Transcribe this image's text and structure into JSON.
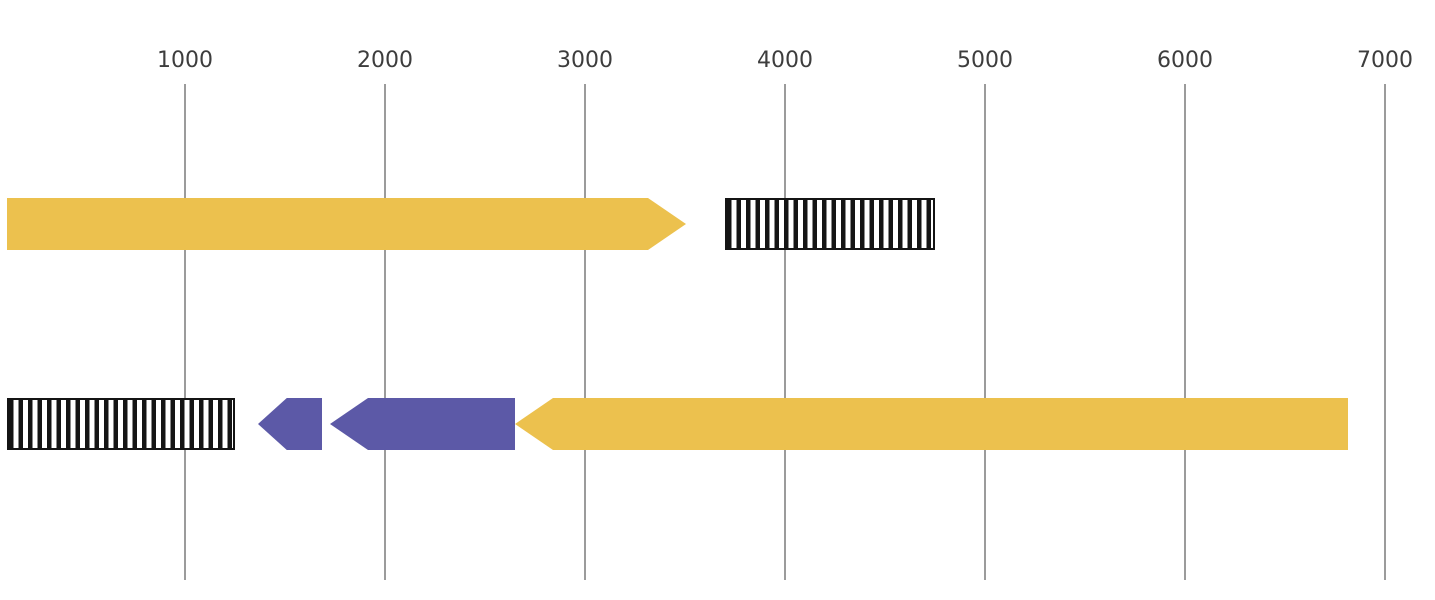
{
  "chart_data": {
    "type": "gene-map",
    "title": "",
    "x_axis": {
      "position": "top",
      "grid": true,
      "range": [
        75,
        7250
      ],
      "ticks": [
        "1000",
        "2000",
        "3000",
        "4000",
        "5000",
        "6000",
        "7000"
      ],
      "tick_values": [
        1000,
        2000,
        3000,
        4000,
        5000,
        6000,
        7000
      ]
    },
    "tracks": [
      {
        "name": "track-1",
        "features": [
          {
            "type": "gene_arrow",
            "strand": "forward",
            "start": 110,
            "end": 3505,
            "fill": "#ecc14e"
          },
          {
            "type": "hatched_box",
            "start": 3700,
            "end": 4750
          }
        ]
      },
      {
        "name": "track-2",
        "features": [
          {
            "type": "hatched_box",
            "start": 110,
            "end": 1250
          },
          {
            "type": "gene_arrow",
            "strand": "reverse",
            "start": 1365,
            "end": 1685,
            "fill": "#5c59a7"
          },
          {
            "type": "gene_arrow",
            "strand": "reverse",
            "start": 1725,
            "end": 2650,
            "fill": "#5c59a7"
          },
          {
            "type": "gene_arrow",
            "strand": "reverse",
            "start": 2650,
            "end": 6815,
            "fill": "#ecc14e"
          }
        ]
      }
    ],
    "colors": {
      "forward_gene": "#ecc14e",
      "reverse_gene_purple": "#5c59a7",
      "hatch_dark": "#141414",
      "hatch_light": "#ffffff",
      "grid": "#9b9b9b",
      "tick_text": "#3d3d3d",
      "background": "#ffffff"
    }
  }
}
